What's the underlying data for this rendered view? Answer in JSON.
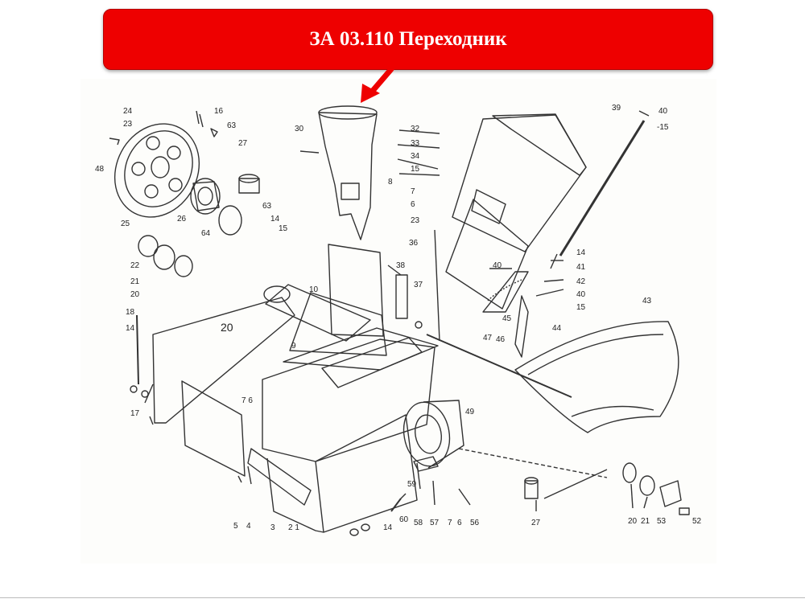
{
  "banner": {
    "title": "ЗА 03.110 Переходник",
    "color": "#ee0000"
  },
  "part_labels": [
    {
      "id": "p24a",
      "text": "24"
    },
    {
      "id": "p23a",
      "text": "23"
    },
    {
      "id": "p16",
      "text": "16"
    },
    {
      "id": "p63a",
      "text": "63"
    },
    {
      "id": "p48",
      "text": "48"
    },
    {
      "id": "p27a",
      "text": "27"
    },
    {
      "id": "p25",
      "text": "25"
    },
    {
      "id": "p26",
      "text": "26"
    },
    {
      "id": "p64",
      "text": "64"
    },
    {
      "id": "p63b",
      "text": "63"
    },
    {
      "id": "p14a",
      "text": "14"
    },
    {
      "id": "p15a",
      "text": "15"
    },
    {
      "id": "p22",
      "text": "22"
    },
    {
      "id": "p21a",
      "text": "21"
    },
    {
      "id": "p20a",
      "text": "20"
    },
    {
      "id": "p30",
      "text": "30"
    },
    {
      "id": "p8",
      "text": "8"
    },
    {
      "id": "p7a",
      "text": "7"
    },
    {
      "id": "p6a",
      "text": "6"
    },
    {
      "id": "p23b",
      "text": "23"
    },
    {
      "id": "p32",
      "text": "32"
    },
    {
      "id": "p33",
      "text": "33"
    },
    {
      "id": "p34",
      "text": "34"
    },
    {
      "id": "p15b",
      "text": "15"
    },
    {
      "id": "p39",
      "text": "39"
    },
    {
      "id": "p40a",
      "text": "40"
    },
    {
      "id": "p15c",
      "text": "-15"
    },
    {
      "id": "p36",
      "text": "36"
    },
    {
      "id": "p38",
      "text": "38"
    },
    {
      "id": "p37",
      "text": "37"
    },
    {
      "id": "p40b",
      "text": "40"
    },
    {
      "id": "p14b",
      "text": "14"
    },
    {
      "id": "p41",
      "text": "41"
    },
    {
      "id": "p42",
      "text": "42"
    },
    {
      "id": "p40c",
      "text": "40"
    },
    {
      "id": "p15d",
      "text": "15"
    },
    {
      "id": "p43",
      "text": "43"
    },
    {
      "id": "p45",
      "text": "45"
    },
    {
      "id": "p44",
      "text": "44"
    },
    {
      "id": "p47",
      "text": "47"
    },
    {
      "id": "p46",
      "text": "46"
    },
    {
      "id": "p10",
      "text": "10"
    },
    {
      "id": "p9",
      "text": "9"
    },
    {
      "id": "p18",
      "text": "18"
    },
    {
      "id": "p14c",
      "text": "14"
    },
    {
      "id": "p20b",
      "text": "20"
    },
    {
      "id": "p76",
      "text": "7 6"
    },
    {
      "id": "p17",
      "text": "17"
    },
    {
      "id": "p49",
      "text": "49"
    },
    {
      "id": "p59",
      "text": "59"
    },
    {
      "id": "p5",
      "text": "5"
    },
    {
      "id": "p4",
      "text": "4"
    },
    {
      "id": "p3",
      "text": "3"
    },
    {
      "id": "p21b",
      "text": "2 1"
    },
    {
      "id": "p60",
      "text": "60"
    },
    {
      "id": "p14d",
      "text": "14"
    },
    {
      "id": "p58",
      "text": "58"
    },
    {
      "id": "p57",
      "text": "57"
    },
    {
      "id": "p7b",
      "text": "7"
    },
    {
      "id": "p6b",
      "text": "6"
    },
    {
      "id": "p56",
      "text": "56"
    },
    {
      "id": "p27b",
      "text": "27"
    },
    {
      "id": "p20c",
      "text": "20"
    },
    {
      "id": "p21c",
      "text": "21"
    },
    {
      "id": "p53",
      "text": "53"
    },
    {
      "id": "p52",
      "text": "52"
    }
  ]
}
